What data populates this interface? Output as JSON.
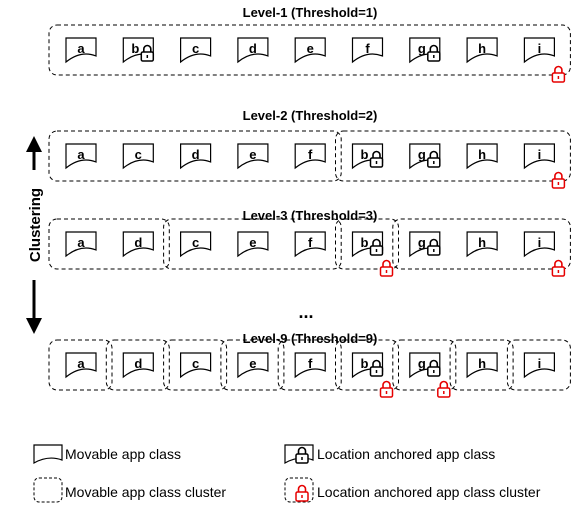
{
  "clustering_label": "Clustering",
  "ellipsis": "...",
  "levels": [
    {
      "title": "Level-1 (Threshold=1)",
      "clusters": [
        {
          "classes": [
            {
              "label": "a",
              "anchored": false
            },
            {
              "label": "b",
              "anchored": true
            },
            {
              "label": "c",
              "anchored": false
            },
            {
              "label": "d",
              "anchored": false
            },
            {
              "label": "e",
              "anchored": false
            },
            {
              "label": "f",
              "anchored": false
            },
            {
              "label": "g",
              "anchored": true
            },
            {
              "label": "h",
              "anchored": false
            },
            {
              "label": "i",
              "anchored": false
            }
          ],
          "anchored": true
        }
      ]
    },
    {
      "title": "Level-2 (Threshold=2)",
      "clusters": [
        {
          "classes": [
            {
              "label": "a",
              "anchored": false
            },
            {
              "label": "c",
              "anchored": false
            },
            {
              "label": "d",
              "anchored": false
            },
            {
              "label": "e",
              "anchored": false
            },
            {
              "label": "f",
              "anchored": false
            }
          ],
          "anchored": false
        },
        {
          "classes": [
            {
              "label": "b",
              "anchored": true
            },
            {
              "label": "g",
              "anchored": true
            },
            {
              "label": "h",
              "anchored": false
            },
            {
              "label": "i",
              "anchored": false
            }
          ],
          "anchored": true
        }
      ]
    },
    {
      "title": "Level-3 (Threshold=3)",
      "clusters": [
        {
          "classes": [
            {
              "label": "a",
              "anchored": false
            },
            {
              "label": "d",
              "anchored": false
            }
          ],
          "anchored": false
        },
        {
          "classes": [
            {
              "label": "c",
              "anchored": false
            },
            {
              "label": "e",
              "anchored": false
            },
            {
              "label": "f",
              "anchored": false
            }
          ],
          "anchored": false
        },
        {
          "classes": [
            {
              "label": "b",
              "anchored": true
            }
          ],
          "anchored": true
        },
        {
          "classes": [
            {
              "label": "g",
              "anchored": true
            },
            {
              "label": "h",
              "anchored": false
            },
            {
              "label": "i",
              "anchored": false
            }
          ],
          "anchored": true
        }
      ]
    },
    {
      "title": "Level-9 (Threshold=9)",
      "clusters": [
        {
          "classes": [
            {
              "label": "a",
              "anchored": false
            }
          ],
          "anchored": false
        },
        {
          "classes": [
            {
              "label": "d",
              "anchored": false
            }
          ],
          "anchored": false
        },
        {
          "classes": [
            {
              "label": "c",
              "anchored": false
            }
          ],
          "anchored": false
        },
        {
          "classes": [
            {
              "label": "e",
              "anchored": false
            }
          ],
          "anchored": false
        },
        {
          "classes": [
            {
              "label": "f",
              "anchored": false
            }
          ],
          "anchored": false
        },
        {
          "classes": [
            {
              "label": "b",
              "anchored": true
            }
          ],
          "anchored": true
        },
        {
          "classes": [
            {
              "label": "g",
              "anchored": true
            }
          ],
          "anchored": true
        },
        {
          "classes": [
            {
              "label": "h",
              "anchored": false
            }
          ],
          "anchored": false
        },
        {
          "classes": [
            {
              "label": "i",
              "anchored": false
            }
          ],
          "anchored": false
        }
      ]
    }
  ],
  "legend": {
    "movable_class": "Movable app class",
    "anchored_class": "Location anchored app class",
    "movable_cluster": "Movable app class cluster",
    "anchored_cluster": "Location anchored app class cluster"
  },
  "colors": {
    "lock_black": "#000000",
    "lock_red": "#e60000",
    "line": "#000000"
  }
}
